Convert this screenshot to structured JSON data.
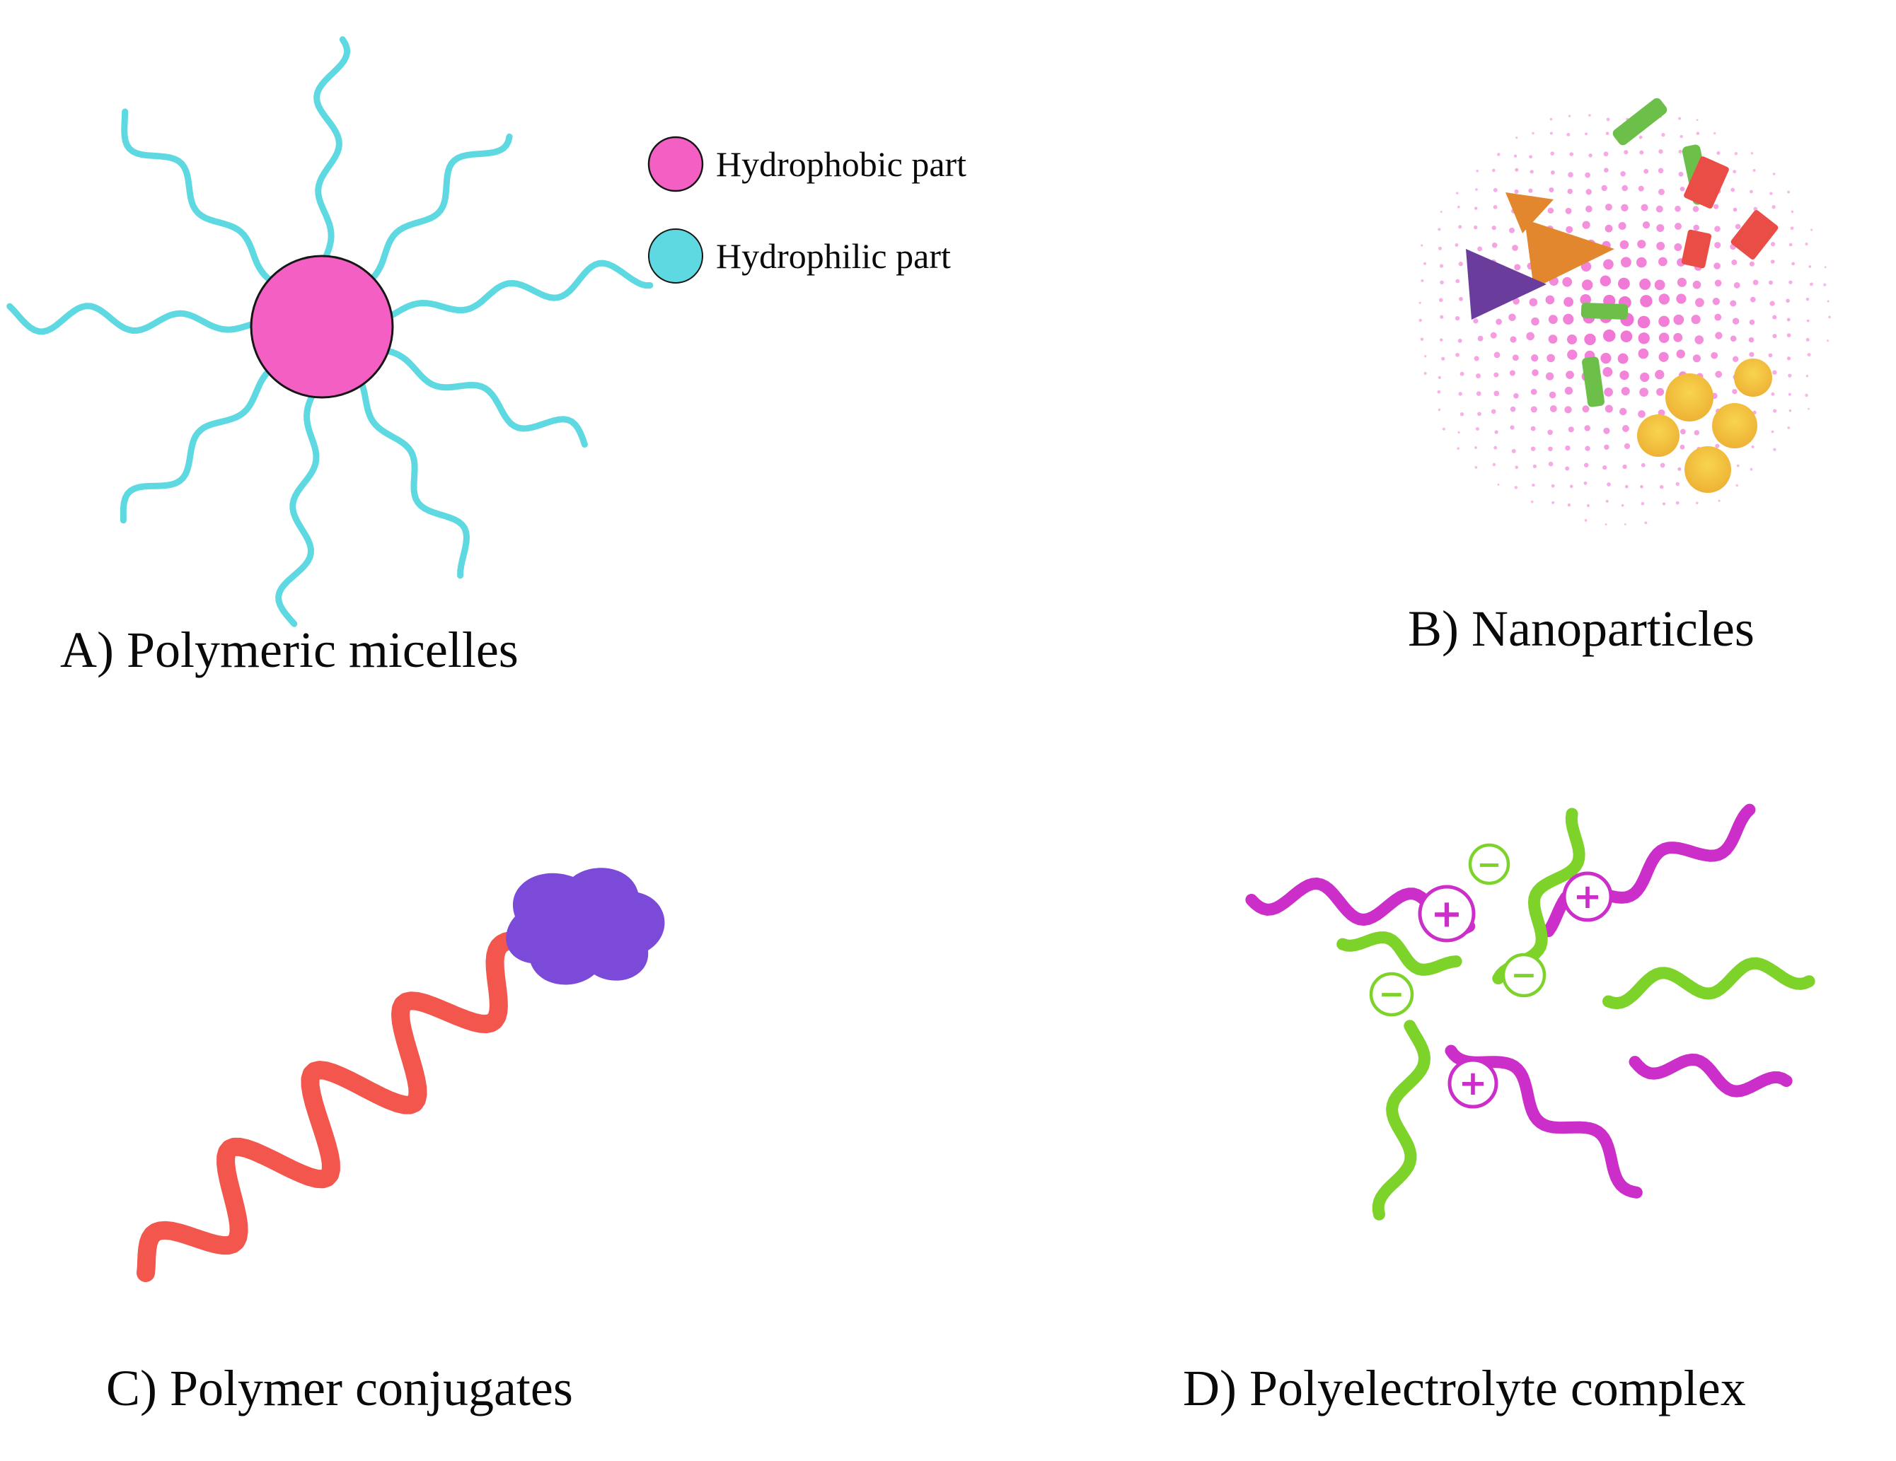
{
  "figure": {
    "panels": [
      {
        "id": "A",
        "label": "A) Polymeric micelles"
      },
      {
        "id": "B",
        "label": "B) Nanoparticles"
      },
      {
        "id": "C",
        "label": "C) Polymer conjugates"
      },
      {
        "id": "D",
        "label": "D) Polyelectrolyte complex"
      }
    ],
    "legend": {
      "items": [
        {
          "label": "Hydrophobic part",
          "color": "#F45FC4"
        },
        {
          "label": "Hydrophilic part",
          "color": "#5ED9E1"
        }
      ]
    },
    "charges": {
      "plus": "+",
      "minus": "−"
    }
  },
  "colors": {
    "background": "#FFFFFF",
    "text": "#0A0A0A",
    "hydrophobic_core": "#F45FC4",
    "hydrophilic_arm": "#5ED9E1",
    "outline": "#161616",
    "nanoparticle_matrix": "#F06ED3",
    "cargo_green": "#6CC04A",
    "cargo_red": "#EA4D45",
    "cargo_yellow": "#F8D44E",
    "cargo_yellow_deep": "#EDAF33",
    "cargo_orange": "#E2872D",
    "cargo_purple": "#6A3D9C",
    "polymer_chain": "#F2564D",
    "protein_blob": "#7B4AD8",
    "polycation": "#CC2EC9",
    "polyanion": "#7ED32A"
  }
}
